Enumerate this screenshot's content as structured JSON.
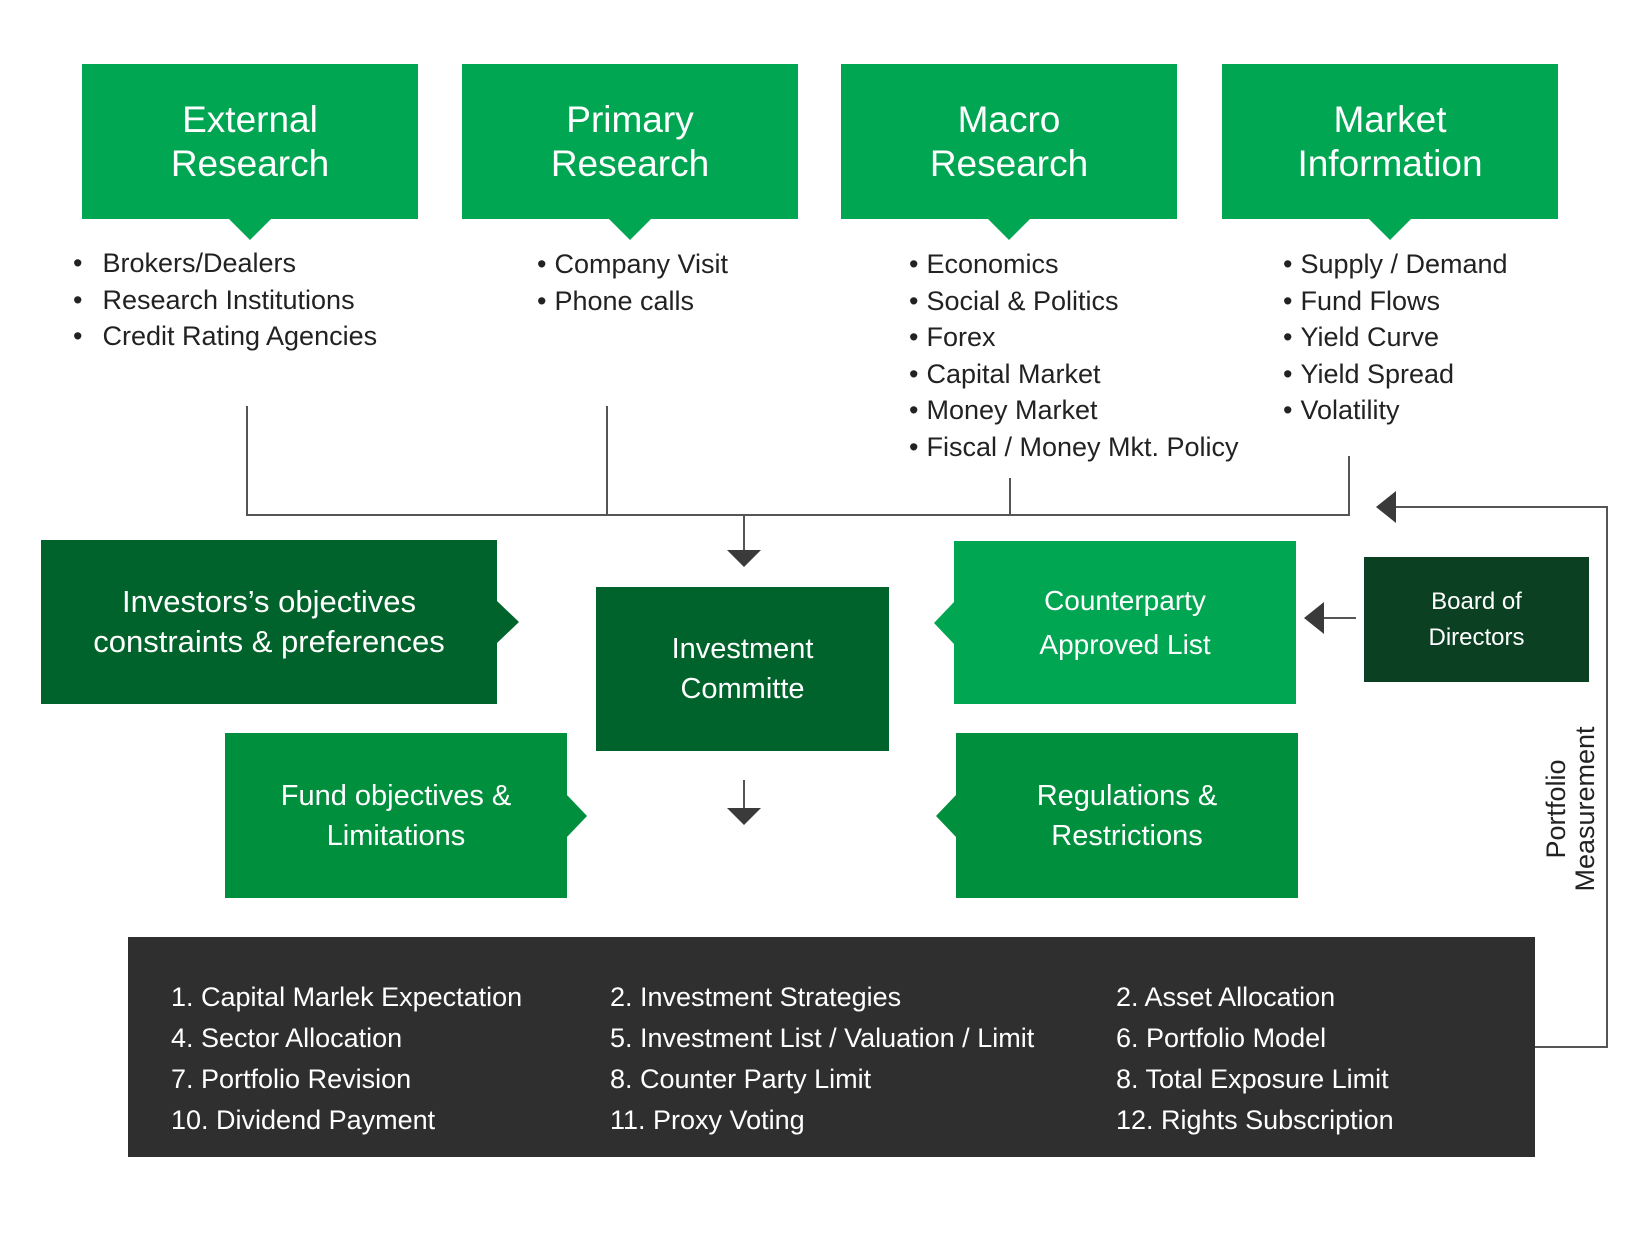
{
  "sources": [
    {
      "title": [
        "External",
        "Research"
      ],
      "bullets": [
        "Brokers/Dealers",
        "Research Institutions",
        "Credit Rating Agencies"
      ]
    },
    {
      "title": [
        "Primary",
        "Research"
      ],
      "bullets": [
        "Company Visit",
        "Phone calls"
      ]
    },
    {
      "title": [
        "Macro",
        "Research"
      ],
      "bullets": [
        "Economics",
        "Social & Politics",
        "Forex",
        "Capital Market",
        "Money Market",
        "Fiscal / Money Mkt. Policy"
      ]
    },
    {
      "title": [
        "Market",
        "Information"
      ],
      "bullets": [
        "Supply / Demand",
        "Fund Flows",
        "Yield Curve",
        "Yield Spread",
        "Volatility"
      ]
    }
  ],
  "investors_box": [
    "Investors’s objectives",
    "constraints & preferences"
  ],
  "committee_box": [
    "Investment",
    "Committe"
  ],
  "counterparty_box": [
    "Counterparty",
    "Approved List"
  ],
  "board_box": [
    "Board of",
    "Directors"
  ],
  "fund_box": [
    "Fund objectives &",
    "Limitations"
  ],
  "regulations_box": [
    "Regulations &",
    "Restrictions"
  ],
  "feedback_label": [
    "Portfolio",
    "Measurement"
  ],
  "outputs": {
    "col1": [
      "1. Capital Marlek Expectation",
      "4. Sector Allocation",
      "7. Portfolio Revision",
      "10. Dividend Payment"
    ],
    "col2": [
      "2. Investment Strategies",
      "5. Investment List / Valuation / Limit",
      "8. Counter Party Limit",
      "11. Proxy Voting"
    ],
    "col3": [
      "2. Asset Allocation",
      "6. Portfolio Model",
      "8. Total Exposure Limit",
      "12. Rights Subscription"
    ]
  },
  "colors": {
    "bright_green": "#00a651",
    "mid_green": "#008f3d",
    "dark_green": "#00632b",
    "darkest_green": "#0b4022",
    "panel": "#2f2f2f"
  }
}
